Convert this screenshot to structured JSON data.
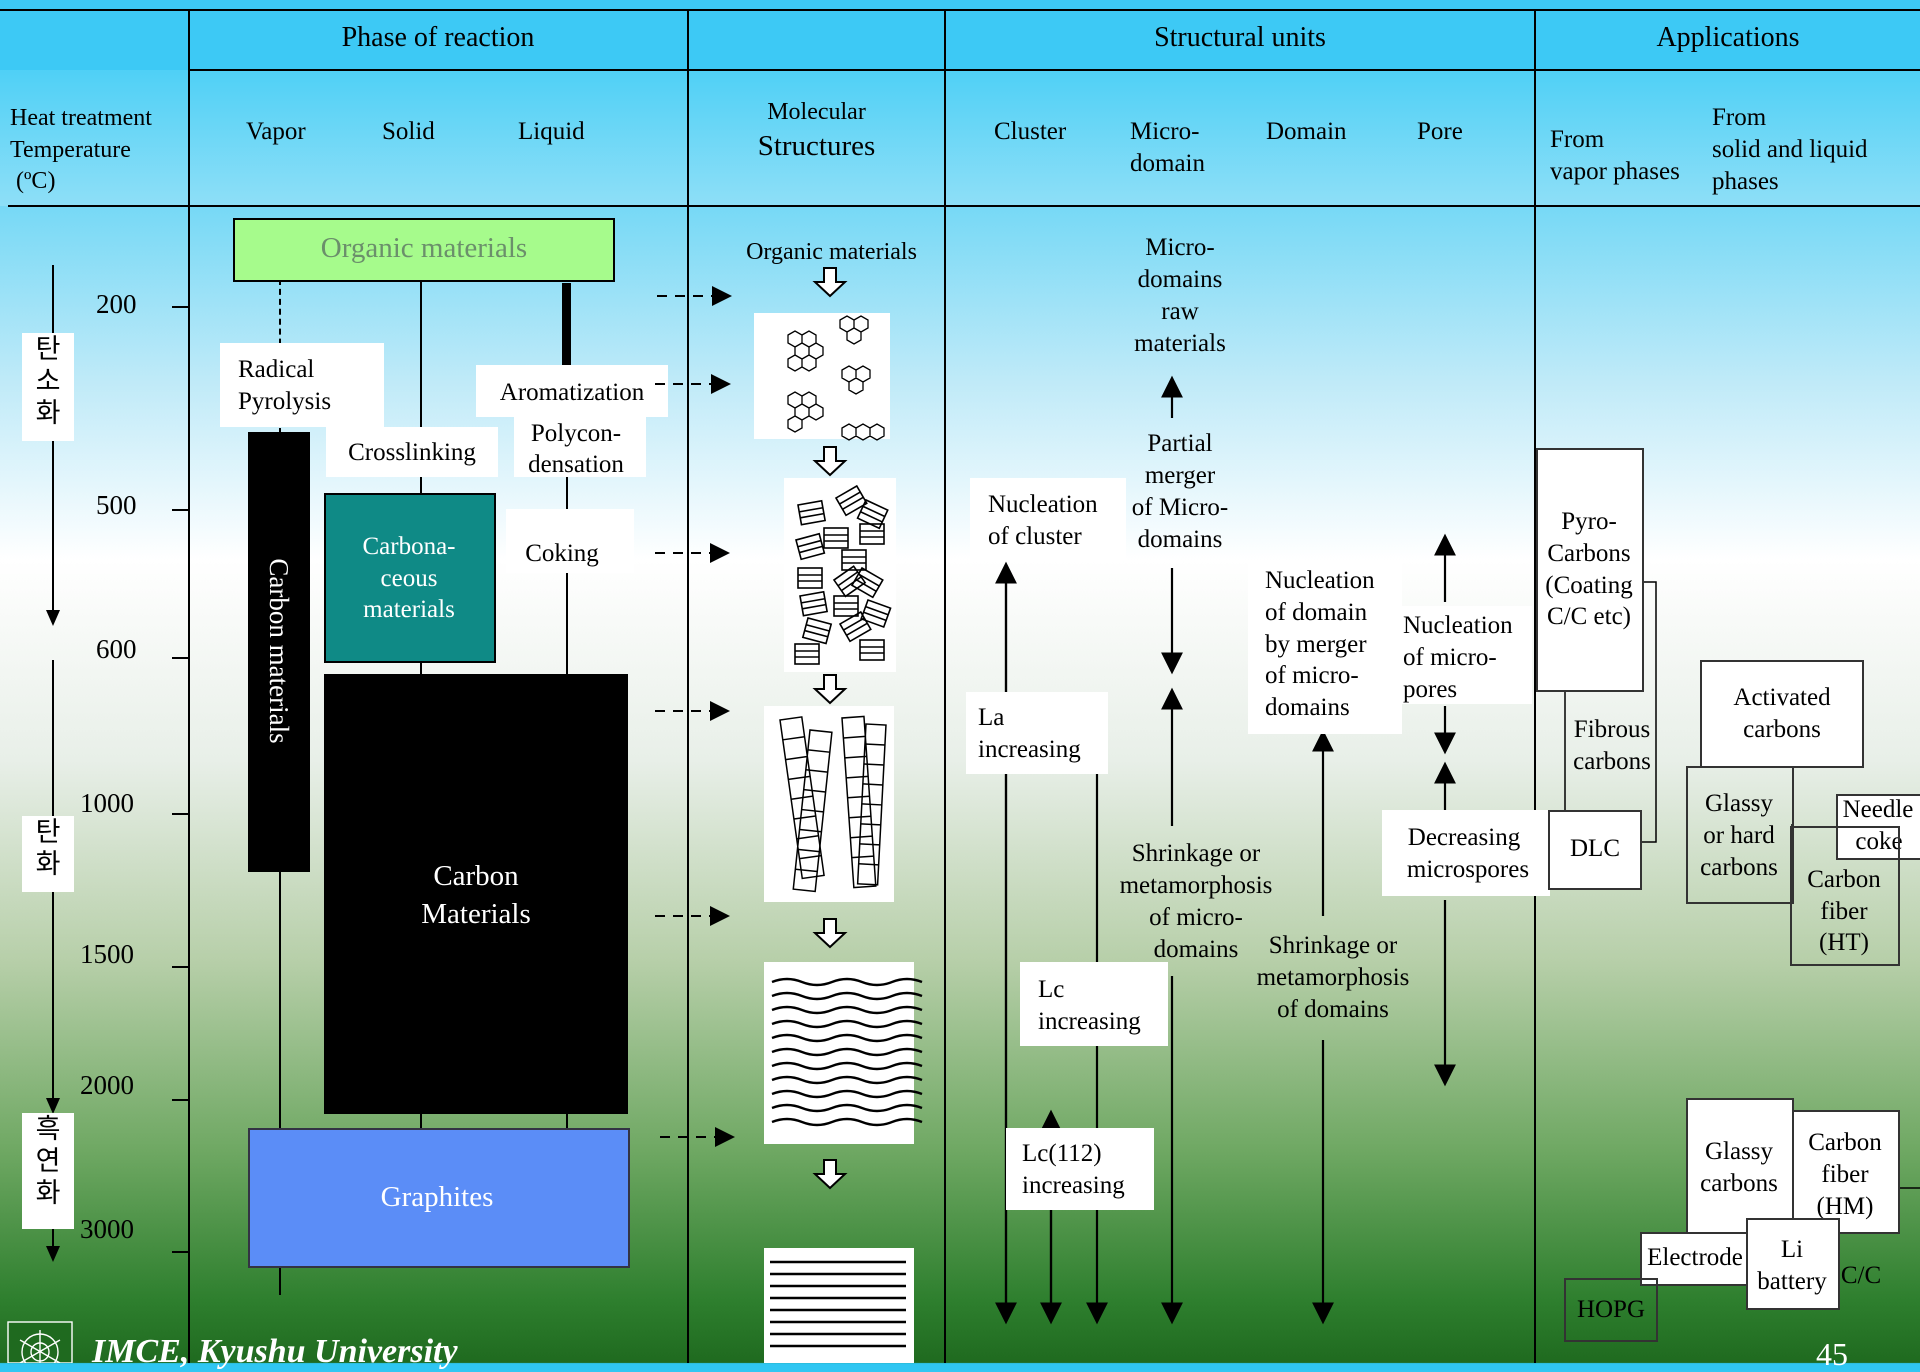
{
  "header": {
    "phase_of_reaction": "Phase of reaction",
    "structural_units": "Structural units",
    "applications": "Applications",
    "heat_treatment": [
      "Heat treatment",
      "Temperature",
      "(ºC)"
    ],
    "vapor": "Vapor",
    "solid": "Solid",
    "liquid": "Liquid",
    "molecular": "Molecular",
    "structures": "Structures",
    "cluster": "Cluster",
    "microdomain": [
      "Micro-",
      "domain"
    ],
    "domain": "Domain",
    "pore": "Pore",
    "from_vapor": [
      "From",
      "vapor phases"
    ],
    "from_solid_liquid": [
      "From",
      "solid and liquid",
      "phases"
    ]
  },
  "temperatures": [
    "200",
    "500",
    "600",
    "1000",
    "1500",
    "2000",
    "3000"
  ],
  "korean_labels": {
    "carbonization1": [
      "탄",
      "소",
      "화"
    ],
    "carbonization2": [
      "탄",
      "화"
    ],
    "graphitization": [
      "흑",
      "연",
      "화"
    ]
  },
  "phase": {
    "organic_materials": "Organic materials",
    "radical_pyrolysis": [
      "Radical",
      "Pyrolysis"
    ],
    "aromatization": "Aromatization",
    "crosslinking": "Crosslinking",
    "polycondensation": [
      "Polycon-",
      "densation"
    ],
    "carbonaceous": [
      "Carbona-",
      "ceous",
      "materials"
    ],
    "coking": "Coking",
    "carbon_materials_vertical": "Carbon materials",
    "carbon_materials": [
      "Carbon",
      "Materials"
    ],
    "graphites": "Graphites"
  },
  "molecular": {
    "organic_materials": "Organic materials"
  },
  "structural": {
    "microdomains_raw": [
      "Micro-",
      "domains",
      "raw",
      "materials"
    ],
    "partial_merger": [
      "Partial",
      "merger",
      "of Micro-",
      "domains"
    ],
    "nucleation_cluster": [
      "Nucleation",
      "of cluster"
    ],
    "nucleation_domain": [
      "Nucleation",
      "of domain",
      "by merger",
      "of micro-",
      "domains"
    ],
    "nucleation_micropores": [
      "Nucleation",
      "of micro-",
      "pores"
    ],
    "la_increasing": [
      "La",
      "increasing"
    ],
    "decreasing_micropores": [
      "Decreasing",
      "microspores"
    ],
    "shrinkage_micro": [
      "Shrinkage or",
      "metamorphosis",
      "of micro-",
      "domains"
    ],
    "shrinkage_domains": [
      "Shrinkage or",
      "metamorphosis",
      "of  domains"
    ],
    "lc_increasing": [
      "Lc",
      "increasing"
    ],
    "lc112_increasing": [
      "Lc(112)",
      "increasing"
    ]
  },
  "applications": {
    "pyrocarbons": [
      "Pyro-",
      "Carbons",
      "(Coating",
      "C/C etc)"
    ],
    "fibrous_carbons": [
      "Fibrous",
      "carbons"
    ],
    "dlc": "DLC",
    "activated_carbons": [
      "Activated",
      "carbons"
    ],
    "glassy_hard": [
      "Glassy",
      "or hard",
      "carbons"
    ],
    "needle_coke": [
      "Needle",
      "coke"
    ],
    "carbon_fiber_ht": [
      "Carbon",
      "fiber",
      "(HT)"
    ],
    "glassy_carbons": [
      "Glassy",
      "carbons"
    ],
    "carbon_fiber_hm": [
      "Carbon",
      "fiber",
      "(HM)"
    ],
    "electrode": "Electrode",
    "li_battery": [
      "Li",
      "battery"
    ],
    "cc": "C/C",
    "hopg": "HOPG"
  },
  "footer": {
    "institution": "IMCE, Kyushu University",
    "page": "45"
  },
  "colors": {
    "header_blue": "#3dc9f5",
    "organic_green": "#a6fb8c",
    "organic_text": "#6b8f6b",
    "carbonaceous_teal": "#0f8a86",
    "graphite_blue": "#5b8df7"
  }
}
